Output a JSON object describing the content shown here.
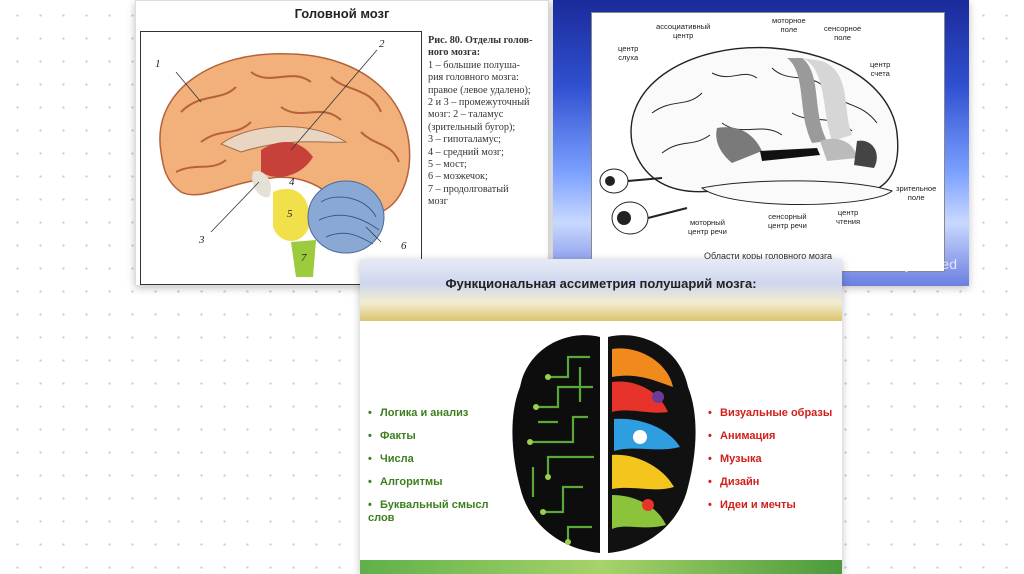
{
  "colors": {
    "accent_blue": "#3050d0",
    "left_text": "#3d7f1f",
    "right_text": "#d1201a"
  },
  "panel1": {
    "title": "Головной мозг",
    "numbers": [
      "1",
      "2",
      "3",
      "4",
      "5",
      "6",
      "7"
    ],
    "caption": [
      "Рис. 80. Отделы голов-",
      "ного мозга:",
      "1 – большие полуша-",
      "рия головного мозга:",
      "правое (левое удалено);",
      "2 и 3 – промежуточный",
      "мозг: 2 – таламус",
      "(зрительный бугор);",
      "3 – гипоталамус;",
      "4 – средний мозг;",
      "5 – мост;",
      "6 – мозжечок;",
      "7 – продолговатый",
      "мозг"
    ]
  },
  "panel2": {
    "labels": {
      "assoc": "ассоциативный\nцентр",
      "motor_field": "моторное\nполе",
      "sensor_field": "сенсорное\nполе",
      "hearing": "центр\nслуха",
      "counting": "центр\nсчета",
      "visual_field": "зрительное\nполе",
      "motor_speech": "моторный\nцентр речи",
      "sensor_speech": "сенсорный\nцентр речи",
      "reading": "центр\nчтения"
    },
    "caption": "Области коры головного мозга",
    "watermark": "MyShared"
  },
  "panel3": {
    "title": "Функциональная ассиметрия полушарий мозга:",
    "left_items": [
      "Логика и анализ",
      "Факты",
      "Числа",
      "Алгоритмы",
      "Буквальный смысл\nслов"
    ],
    "right_items": [
      "Визуальные образы",
      "Анимация",
      "Музыка",
      "Дизайн",
      "Идеи и мечты"
    ]
  }
}
